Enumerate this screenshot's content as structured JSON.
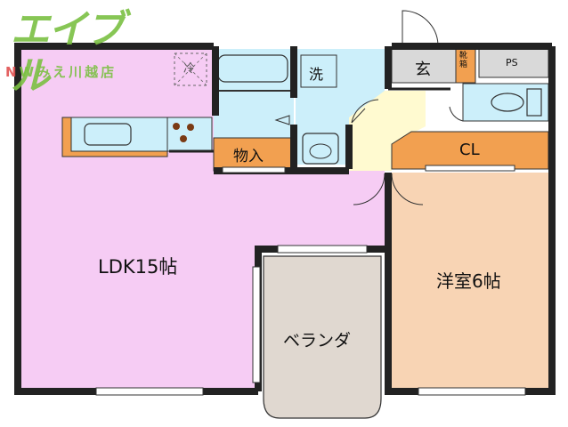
{
  "logo": {
    "main": "エイブル",
    "sub_n": "N",
    "sub_rest": "Wみえ川越店"
  },
  "rooms": {
    "ldk": "LDK15帖",
    "western": "洋室6帖",
    "veranda": "ベランダ",
    "storage": "物入",
    "closet": "CL",
    "entrance": "玄",
    "shoe_box": "靴箱",
    "ps": "PS",
    "washer": "洗",
    "fridge": "冷"
  },
  "colors": {
    "ldk": "#f6ccf4",
    "western": "#f8d4b4",
    "veranda": "#e0d8d0",
    "storage": "#f2a050",
    "bath": "#cceffa",
    "hall": "#fffad0",
    "entry": "#d9d9d9",
    "logo_green": "#7bc043"
  }
}
